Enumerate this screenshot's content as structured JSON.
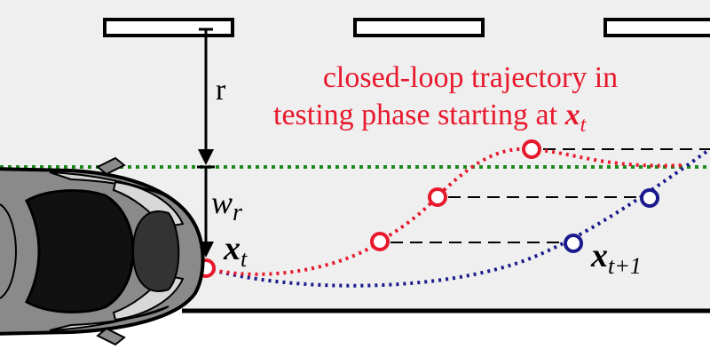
{
  "diagram": {
    "caption_line1": "closed-loop trajectory in",
    "caption_line2_prefix": "testing phase starting at ",
    "caption_var": "x",
    "caption_sub": "t",
    "label_r": "r",
    "label_w": "w",
    "label_w_sub": "r",
    "label_xt": "x",
    "label_xt_sub": "t",
    "label_xt1": "x",
    "label_xt1_sub": "t+1",
    "colors": {
      "road_fill": "#efefef",
      "ink": "#000000",
      "red_trajectory": "#e8192c",
      "blue_trajectory": "#1a1a8c",
      "green_reference": "#1a8c1a",
      "car_body": "#8a8a8a"
    }
  }
}
